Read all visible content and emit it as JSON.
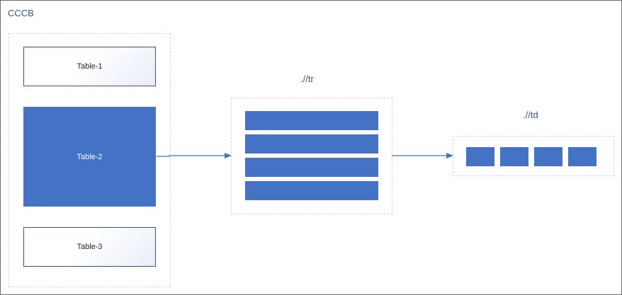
{
  "diagram": {
    "title": "CCCB",
    "tables": [
      "Table-1",
      "Table-2",
      "Table-3"
    ],
    "tr_label": ".//tr",
    "td_label": ".//td",
    "row_count": 4,
    "cell_count": 4,
    "colors": {
      "accent": "#4472c4",
      "text_blue": "#2f5597",
      "border": "#6d6d6d",
      "dashed": "#d6d6d6"
    }
  }
}
